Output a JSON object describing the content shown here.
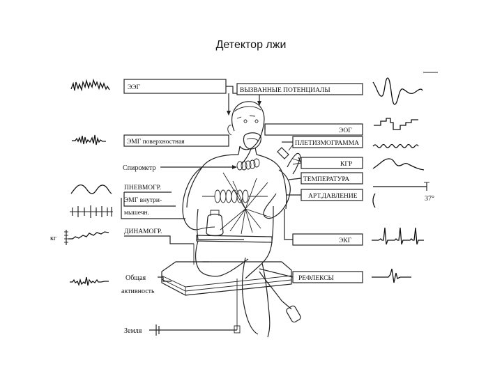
{
  "title": "Детектор лжи",
  "labels": {
    "eeg": "ЭЭГ",
    "evoked": "ВЫЗВАННЫЕ ПОТЕНЦИАЛЫ",
    "eog": "ЭОГ",
    "emg_surface": "ЭМГ поверхностная",
    "plethysmogram": "ПЛЕТИЗМОГРАММА",
    "spirometer": "Спирометр",
    "kgr": "КГР",
    "temperature": "ТЕМПЕРАТУРА",
    "pneumogram": "ПНЕВМОГР.",
    "blood_pressure": "АРТ.ДАВЛЕНИЕ",
    "emg_internal_1": "ЭМГ внутри-",
    "emg_internal_2": "мышечн.",
    "kg": "кг",
    "dynamogram": "ДИНАМОГР.",
    "ekg": "ЭКГ",
    "reflexes": "РЕФЛЕКСЫ",
    "general_1": "Общая",
    "general_2": "активность",
    "ground": "Земля",
    "temp_value": "37°"
  }
}
